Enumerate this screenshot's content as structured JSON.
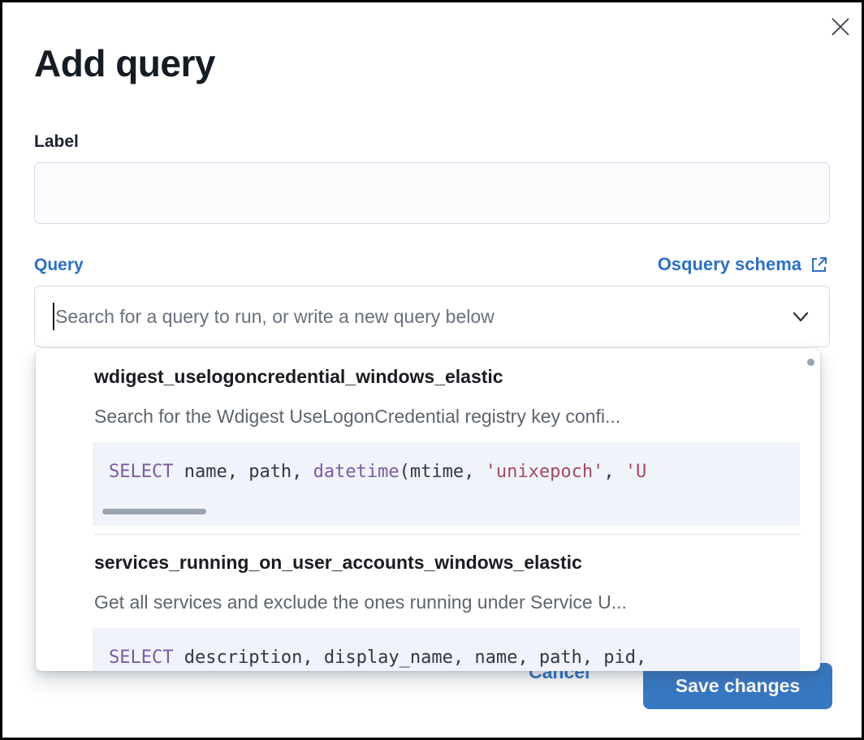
{
  "modal": {
    "title": "Add query"
  },
  "form": {
    "label_field": {
      "label": "Label",
      "value": ""
    },
    "query_field": {
      "label": "Query",
      "schema_link_label": "Osquery schema",
      "search_placeholder": "Search for a query to run, or write a new query below"
    }
  },
  "dropdown": {
    "options": [
      {
        "title": "wdigest_uselogoncredential_windows_elastic",
        "description": "Search for the Wdigest UseLogonCredential registry key confi...",
        "sql_tokens": [
          {
            "text": "SELECT",
            "type": "keyword"
          },
          {
            "text": " name, path, ",
            "type": "plain"
          },
          {
            "text": "datetime",
            "type": "keyword"
          },
          {
            "text": "(mtime, ",
            "type": "plain"
          },
          {
            "text": "'unixepoch'",
            "type": "string"
          },
          {
            "text": ", ",
            "type": "plain"
          },
          {
            "text": "'U",
            "type": "string"
          }
        ]
      },
      {
        "title": "services_running_on_user_accounts_windows_elastic",
        "description": "Get all services and exclude the ones running under Service U...",
        "sql_tokens": [
          {
            "text": "SELECT",
            "type": "keyword"
          },
          {
            "text": " description, display_name, name, path, pid,",
            "type": "plain"
          }
        ]
      }
    ]
  },
  "footer": {
    "cancel_label": "Cancel",
    "save_label": "Save changes"
  },
  "colors": {
    "primary_blue": "#2d6fc4",
    "save_button_bg": "#3778c2",
    "focus_underline": "#2d6fc4",
    "code_keyword": "#7c5aa3",
    "code_string": "#a34a63",
    "code_plain": "#343741",
    "code_background": "#f0f3f9",
    "input_border": "#d3dae6",
    "description_gray": "#5e646f"
  }
}
